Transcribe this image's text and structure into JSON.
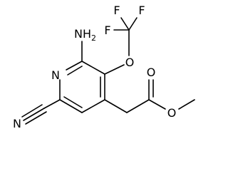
{
  "molecule": {
    "atoms": {
      "f_top_left": "F",
      "f_top_right": "F",
      "f_left": "F",
      "oxygen_ether": "O",
      "amino": "NH2",
      "amino_main": "NH",
      "amino_sub": "2",
      "ring_nitrogen": "N",
      "nitrile_nitrogen": "N",
      "carbonyl_oxygen": "O",
      "ester_oxygen": "O"
    }
  }
}
